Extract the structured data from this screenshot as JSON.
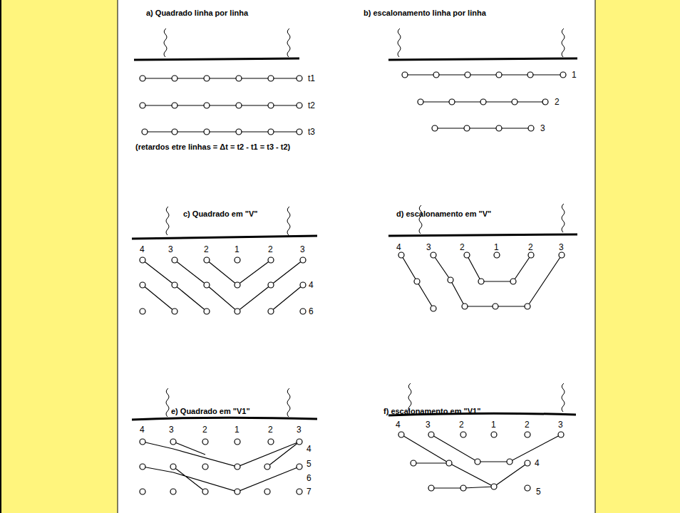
{
  "diagram": {
    "labels": [
      "a) Quadrado linha por linha",
      "t1",
      "t2",
      "t3",
      "(retardos etre linhas = Δt = t2 - t1 = t3 - t2)",
      "b) escalonamento linha por linha",
      "1",
      "2",
      "3",
      "c) Quadrado em \"V\"",
      "4",
      "3",
      "2",
      "1",
      "2",
      "3",
      "4",
      "6",
      "d) escalonamento em \"V\"",
      "4",
      "3",
      "2",
      "1",
      "2",
      "3",
      "e) Quadrado em \"V1\"",
      "4",
      "3",
      "2",
      "1",
      "2",
      "3",
      "4",
      "5",
      "6",
      "7",
      "f) escalonamento em \"V1\"",
      "4",
      "3",
      "2",
      "1",
      "2",
      "3",
      "4",
      "5"
    ]
  }
}
